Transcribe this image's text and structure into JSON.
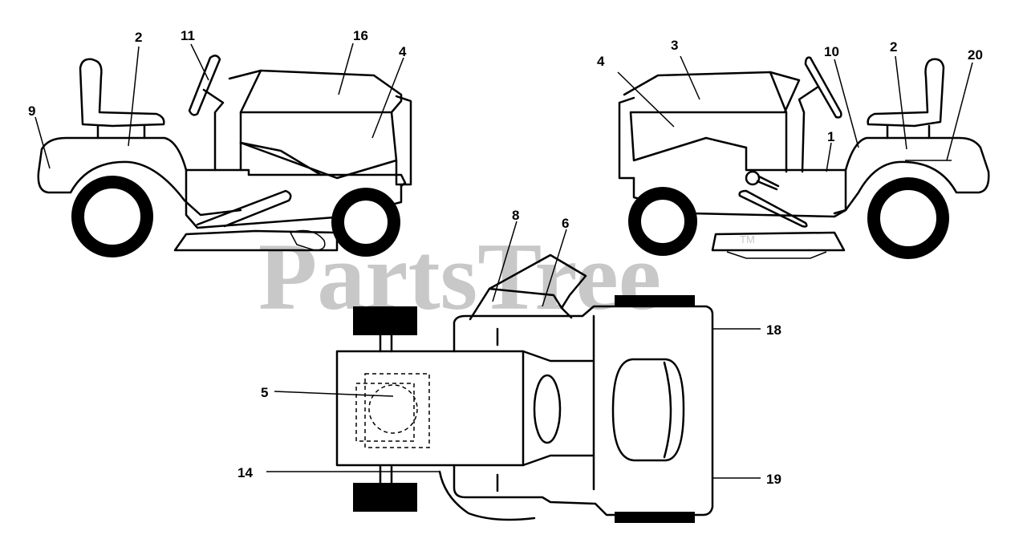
{
  "watermark": {
    "text": "PartsTree",
    "trademark": "TM"
  },
  "colors": {
    "ink": "#000000",
    "watermark": "#c8c8c8",
    "background": "#ffffff"
  },
  "callouts": {
    "left": {
      "c9": "9",
      "c2": "2",
      "c11": "11",
      "c16": "16",
      "c4": "4"
    },
    "right": {
      "c4": "4",
      "c3": "3",
      "c10": "10",
      "c2": "2",
      "c20": "20",
      "c1": "1"
    },
    "top": {
      "c8": "8",
      "c6": "6",
      "c18": "18",
      "c5": "5",
      "c14": "14",
      "c19": "19"
    }
  }
}
